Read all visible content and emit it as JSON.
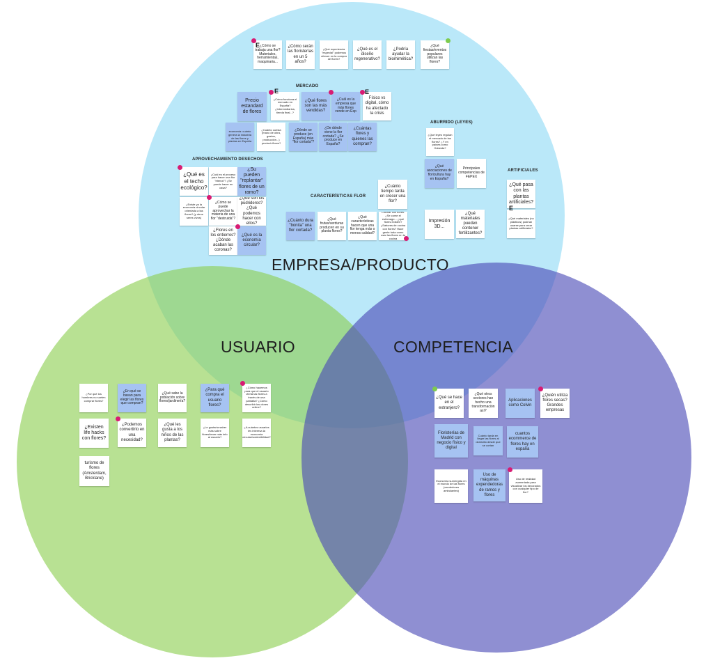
{
  "colors": {
    "empresa_circle": "#82d6f4",
    "usuario_circle": "#8dce50",
    "competencia_circle": "#4b4bb6",
    "note_white": "#ffffff",
    "note_blue": "#a6c3f2",
    "marker_pink": "#d81b73",
    "marker_green": "#7ecb4e"
  },
  "circles": {
    "empresa": "EMPRESA/PRODUCTO",
    "usuario": "USUARIO",
    "competencia": "COMPETENCIA"
  },
  "sections": {
    "mercado": "MERCADO",
    "aburrido": "ABURRIDO (LEYES)",
    "aprovechamiento": "APROVECHAMIENTO DESECHOS",
    "artificiales": "ARTIFICIALES",
    "caracteristicas": "CARACTERÍSTICAS FLOR"
  },
  "stamp": "E",
  "notes": {
    "top_trabaja": "¿Cómo se trabaja una flor? Materiales, herramientas, maquinaria...",
    "top_floristerias5": "¿Cómo serán las floristerías en un 5 años?",
    "top_experiencia": "¿Qué experiencia \"especial\" podemos ofrecer en la compra de flores?",
    "top_diseno": "¿Qué es el diseño regenerativo?",
    "top_biomimetica": "¿Podría ayudar la biomimética?",
    "top_fiestas": "¿Qué fiestas/eventos populares utilizan las flores?",
    "m_precio": "Precio estandard de flores",
    "m_funciona": "¿Cómo funciona el mercado en España? ¿Intermediarios, tienda final...?",
    "m_vendidas": "¿Qué flores son las más vendidas?",
    "m_empresa": "¿Cuál es la empresa que más flores vende en Esp",
    "m_fisico": "Físico vs digital, cómo ha afectado la crisis",
    "m_economia": "economía: cuánto genera la industria de las flores y plantas en España",
    "m_cuesta": "¿Cuánto cuesta (mano de obra, gastos, producción...) producir flores?",
    "m_produce": "¿Dónde se produce (en España) más \"flor cortada\"?",
    "m_viene": "¿De dónde viene la flor cortada? ¿Se produce en España?",
    "m_cuantas": "¿Cuántas flores y quienes las compran?",
    "ab_leyes": "¿Qué leyes regulan el mercado de las flores? ¿Y en países como Holanda?",
    "ab_asociaciones": "¿Qué asociaciones de floricultura hay en España?",
    "ab_fepex": "Principales competencias de FEPEX",
    "ab_impresion": "Impresión 3D...",
    "ab_materiales": "¿Qué materiales pueden contener fertilizantes?",
    "art_plantas": "¿Qué pasa con las plantas artificiales?",
    "art_materiales": "¿Qué materiales (no plásticos) podrían usarse para crear plantas artificiales?",
    "ad_techo": "¿Qué es el techo ecológico?",
    "ad_proceso": "¿Cuál es el proceso para hacer una flor \"eterna\"? ¿Se puede hacer en casa?",
    "ad_replantar": "¿Su pueden \"replantar\" flores de un ramo?",
    "ad_existe": "¿Existe ya la economía circular orientada a las flores? (y otros seres vivos)",
    "ad_aprovechar": "¿Cómo se puede aprovechar la materia de una flor \"destruida\"?",
    "ad_pudrideros": "¿Qué son los pudrideros? ¿Qué podemos hacer con ellos?",
    "ad_entierros": "¿Flores en los entierros? ¿Dónde acaban las coronas?",
    "ad_circular": "¿Qué es la economía circular?",
    "cf_tarda": "¿Cuánto tiempo tarda en crecer una flor?",
    "cf_dura": "¿Cuánto dura \"bonita\" una flor cortada?",
    "cf_frutas": "¿Qué frutas/verduras producen en su planta flores?",
    "cf_caracteristicas": "¿Qué características hacen que una flor tenga más o menos calidad?",
    "cf_cocinar": "Cocinar con flores. ¿Se come el estómago... ¿qué flores existen? ¿Sabores de cocina con flores? Hace gente toda como usar las flores en la cocina",
    "u_hombres": "¿Por qué los hombres no suelen comprar flores?",
    "u_basan": "¿En qué se basan para elegir las flores que compran?",
    "u_poblacion": "¿Qué sabe la población sobre flores/jardinería?",
    "u_para": "¿Para qué compra el usuario flores?",
    "u_hacemos": "¿Cómo hacemos para que el usuario vierta las flores a través de una pantalla? ¿Cómo describir los olores online?",
    "u_lifehacks": "¿Existen life hacks con flores?",
    "u_convertirlo": "¿Podemos convertirlo en una necesidad?",
    "u_ninos": "¿Qué les gusta a los niños de las plantas?",
    "u_gustaria": "¿Le gustaría saber más sobre flores/tener más info al usuario?",
    "u_cuantos": "¿A cuántos usuarios les interesa la economía circular/sostenibilidad?",
    "u_turismo": "turismo de flores (Amsterdam, Bricklane)",
    "c_extranjero": "¿Qué se hace en el extranjero?",
    "c_sectores": "¿Qué otros sectores han hecho una transformación así?",
    "c_aplicaciones": "Aplicaciones como Colvin",
    "c_secas": "¿Quién utiliza flores secas? Grandes empresas",
    "c_madrid": "Floristerías de Madrid con negocio físico y digital",
    "c_domicilio": "Cuánto tarda en llegar las flores al domicilio desde que se cortan",
    "c_ecommerce": "cuantos ecommerce de flores hay en españa",
    "c_sumergida": "Economía sumergida en el mundo de las flores (vendedores ambulantes)",
    "c_maquinas": "Uso de máquinas expendedoras de ramos y flores",
    "c_realidad": "Uso de realidad aumentada para visualizar los decorados con cualquier tipo de flor?"
  }
}
